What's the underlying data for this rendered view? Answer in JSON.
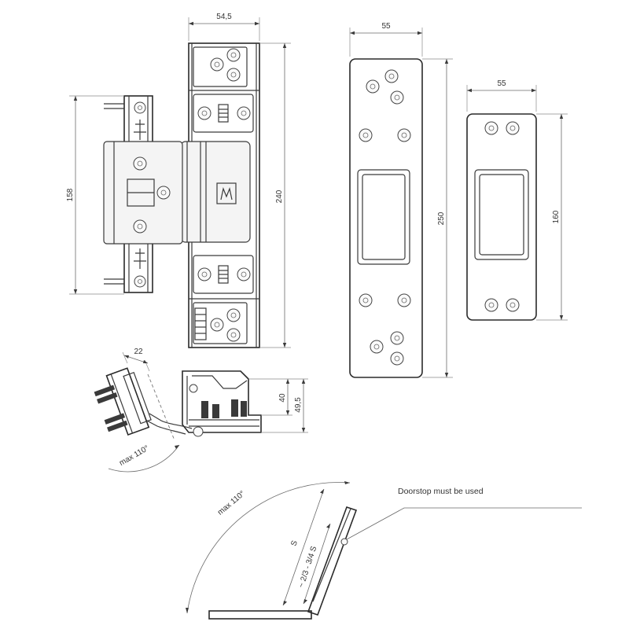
{
  "dimensions": {
    "hinge_width": "54,5",
    "hinge_height": "240",
    "leaf_height": "158",
    "plate_large_width": "55",
    "plate_large_height": "250",
    "plate_small_width": "55",
    "plate_small_height": "160",
    "side_depth": "22",
    "side_height_a": "40",
    "side_height_b": "49,5",
    "open_angle_small": "max 110°",
    "open_angle_large": "max 110°",
    "door_s": "S",
    "door_ratio": "~ 2/3 - 3/4 S"
  },
  "notes": {
    "doorstop": "Doorstop must be used"
  }
}
